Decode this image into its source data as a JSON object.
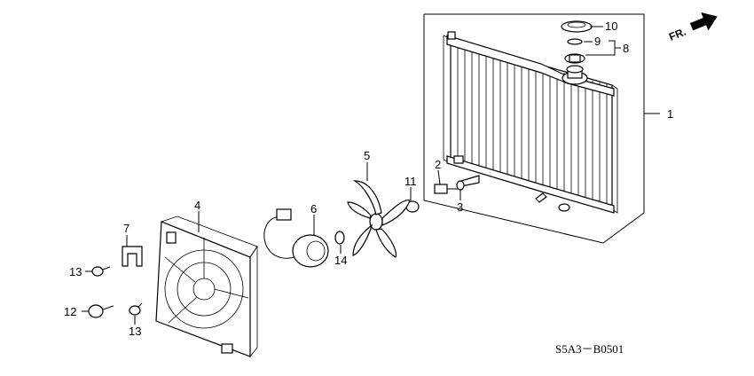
{
  "diagram": {
    "drawing_code": "S5A3－B0501",
    "direction_label": "FR.",
    "callouts": [
      "1",
      "2",
      "3",
      "4",
      "5",
      "6",
      "7",
      "8",
      "9",
      "10",
      "11",
      "12",
      "13",
      "13",
      "14"
    ]
  }
}
